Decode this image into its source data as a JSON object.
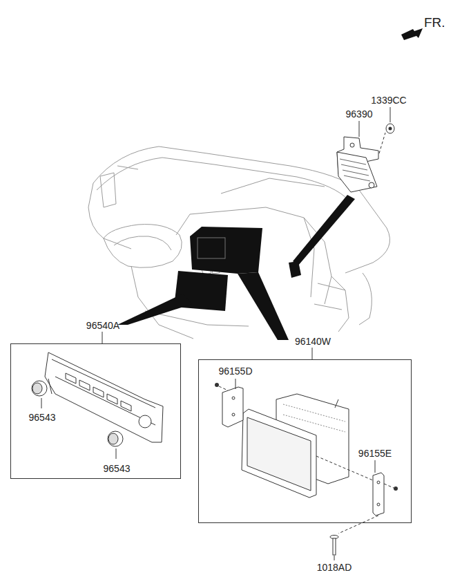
{
  "diagram": {
    "nodes": [
      {
        "text": [
          "96540A"
        ]
      },
      {
        "text": [
          "96140W"
        ]
      }
    ],
    "labels": [
      "FR.",
      "1339CC",
      "96390",
      "96543",
      "96543",
      "96155D",
      "96155E",
      "1018AD"
    ]
  }
}
